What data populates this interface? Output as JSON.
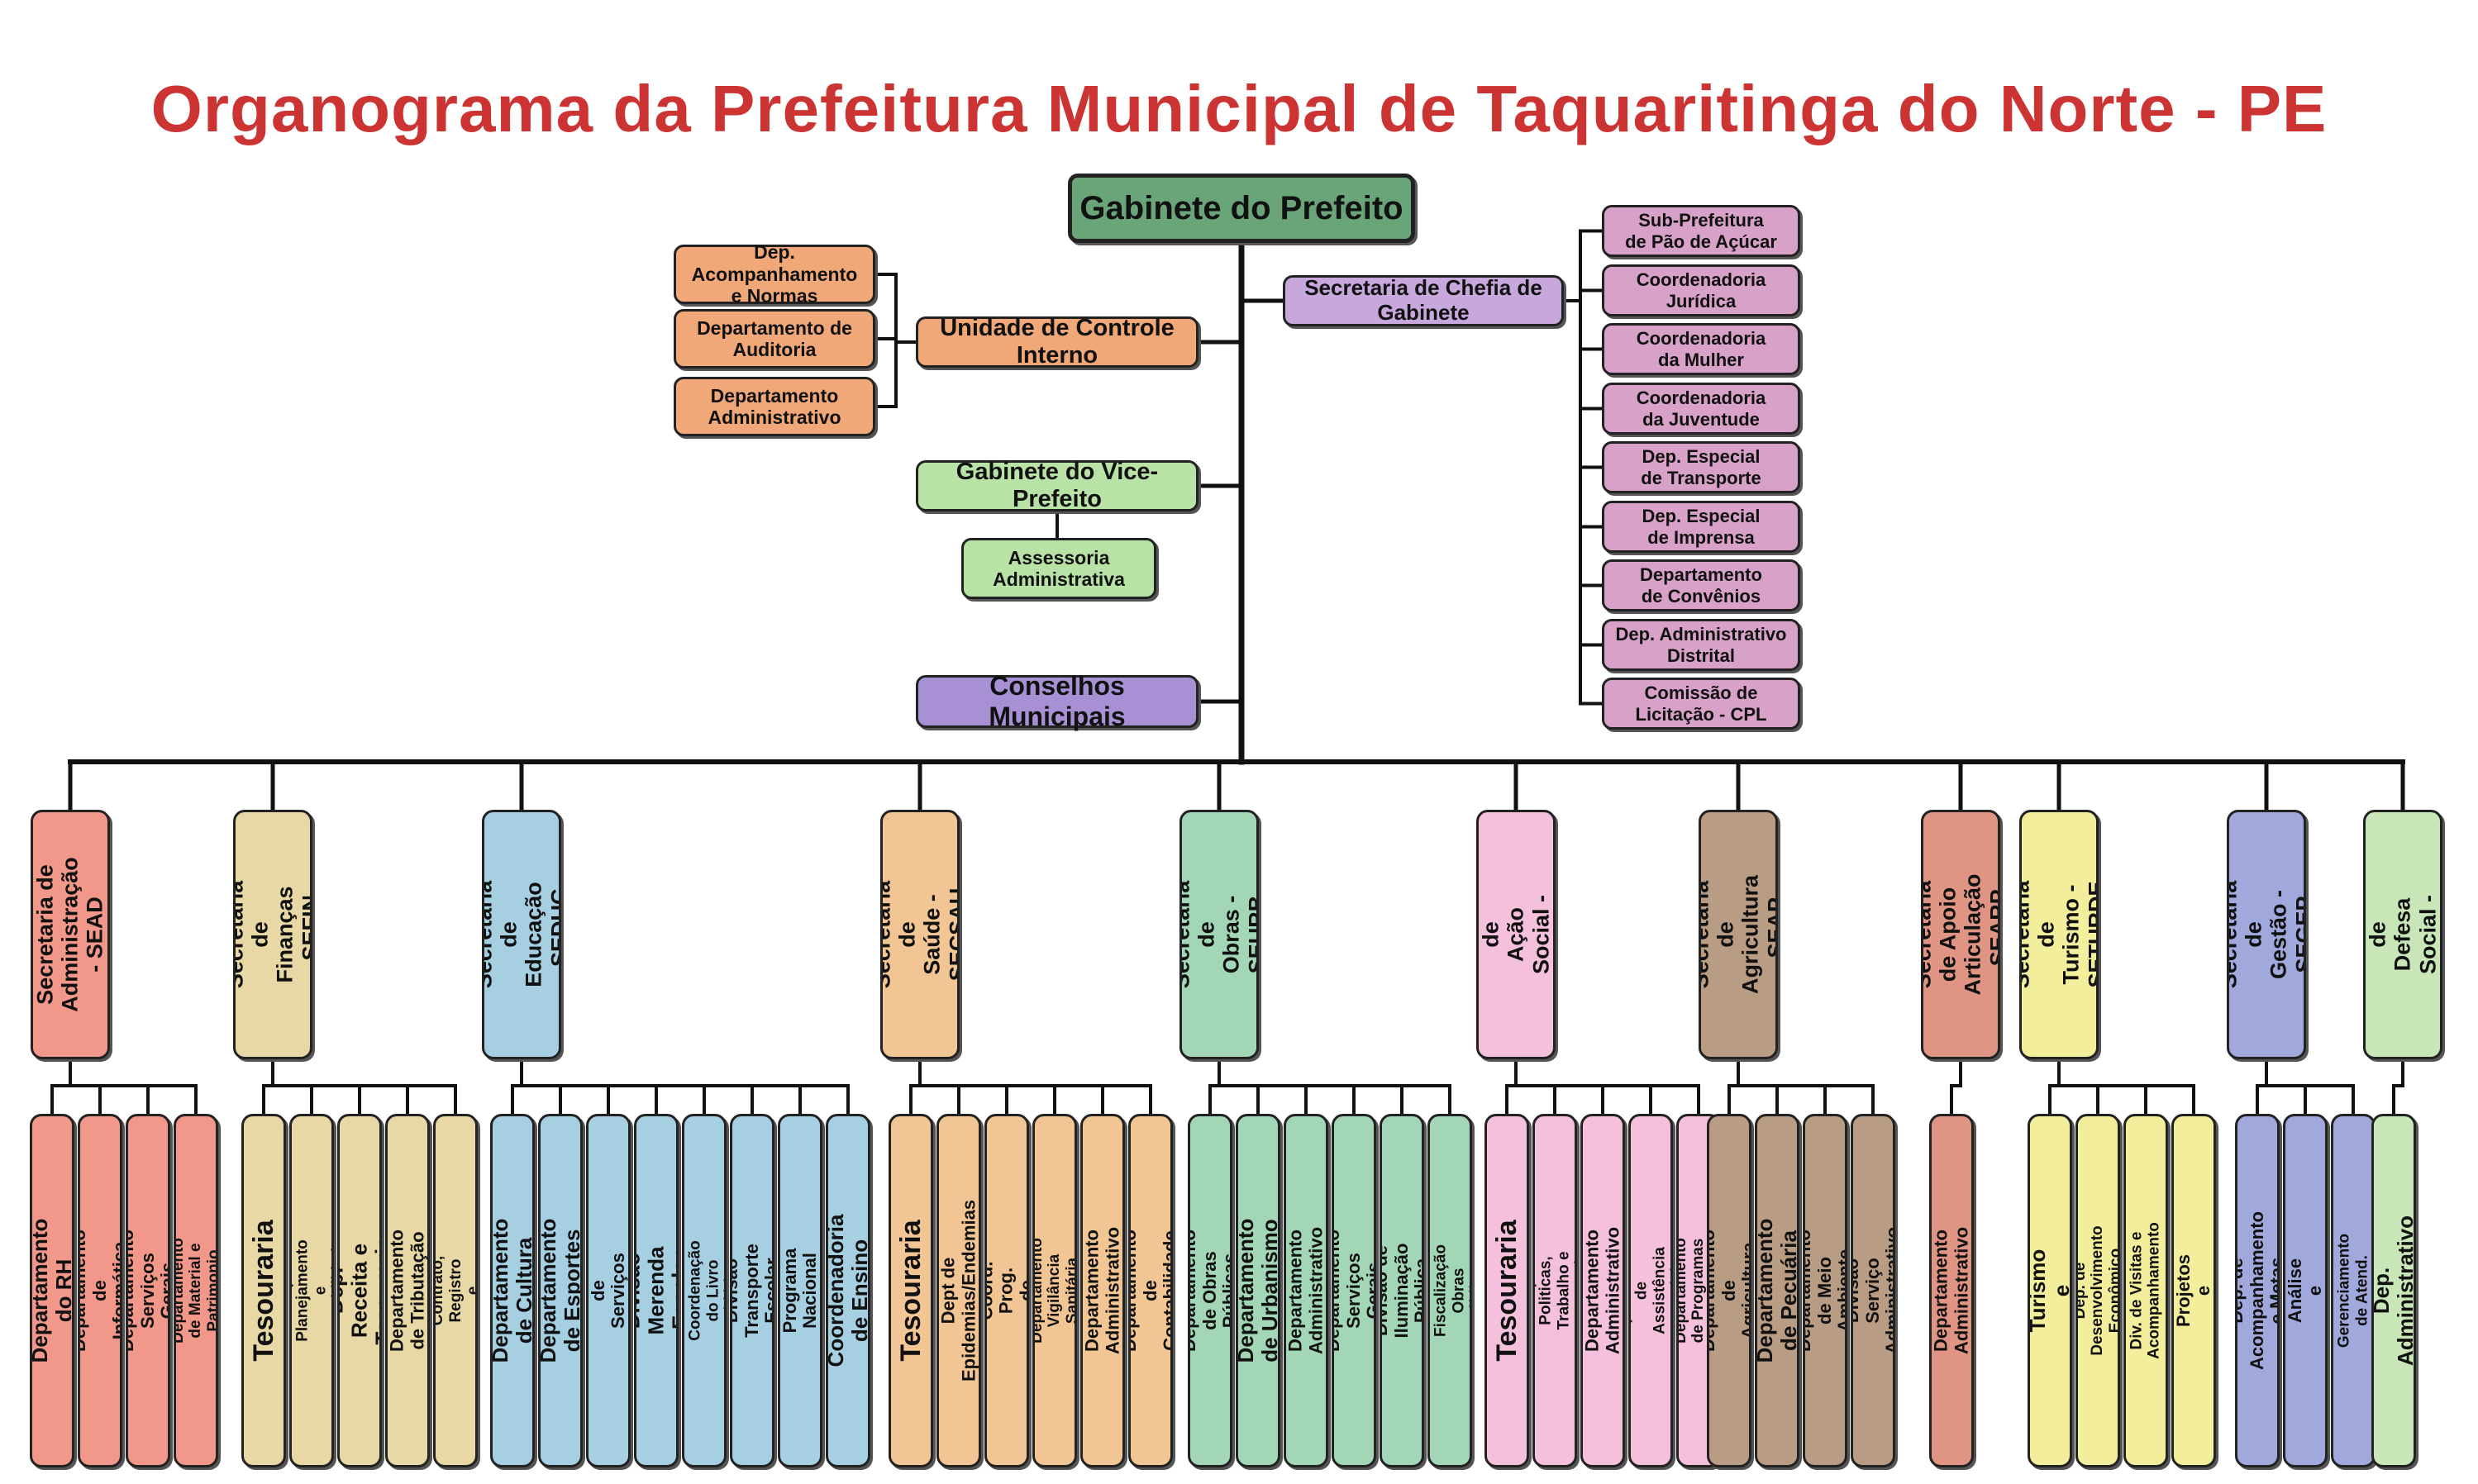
{
  "title": "Organograma da Prefeitura Municipal de Taquaritinga do Norte - PE",
  "colors": {
    "title": "#cc3333",
    "orange": "#f0a878",
    "green": "#b8e2a6",
    "purple": "#c8a8dc",
    "magenta": "#d8a2c8",
    "red": "#f2988a",
    "tan": "#e8d8a6",
    "blue": "#a6cfe2",
    "peach": "#f2c694",
    "teal": "#a2d6b6",
    "pink": "#f4c0dc",
    "brown": "#b89c84",
    "redbrown": "#e09484",
    "yellow": "#f2ee9c",
    "indigo": "#a0a8dc",
    "lightgreen": "#c8e6b8"
  },
  "top": {
    "gabinete": "Gabinete do Prefeito",
    "controle": "Unidade de Controle Interno",
    "controle_deps": [
      "Dep. Acompanhamento\ne Normas",
      "Departamento de\nAuditoria",
      "Departamento\nAdministrativo"
    ],
    "vice": "Gabinete do Vice-Prefeito",
    "vice_deps": [
      "Assessoria\nAdministrativa"
    ],
    "conselhos": "Conselhos Municipais",
    "chefia": "Secretaria de Chefia de Gabinete",
    "chefia_deps": [
      "Sub-Prefeitura\nde Pão de Açúcar",
      "Coordenadoria\nJurídica",
      "Coordenadoria\nda Mulher",
      "Coordenadoria\nda Juventude",
      "Dep. Especial\nde Transporte",
      "Dep. Especial\nde Imprensa",
      "Departamento\nde Convênios",
      "Dep. Administrativo\nDistrital",
      "Comissão de\nLicitação - CPL"
    ]
  },
  "secretarias": [
    {
      "name": "Secretaria de\nAdministração - SEAD",
      "deps": [
        "Departamento do RH",
        "Departamento de Informática",
        "Departamento Serviços Gerais",
        "Departamento de Material e Patrimonio"
      ]
    },
    {
      "name": "Secretaria de\nFinanças - SEFIN",
      "deps": [
        "Tesouraria",
        "Dep. Planejamento e Contabilidade",
        "Dep. Receita e Tesouraria",
        "Departamento de Tributação",
        "Dep. Contrato, Registro e Arquivo"
      ]
    },
    {
      "name": "Secretaria de\nEducação - SEDUC",
      "deps": [
        "Departamento de Cultura",
        "Departamento de Esportes",
        "Divisão de Serviços Gerais",
        "Divisão Merenda Escolar",
        "Div. Coordenação do Livro Didático",
        "Divisão Transporte Escolar",
        "Divisão Programa Nacional PNLD",
        "Coordenadoria de Ensino"
      ]
    },
    {
      "name": "Secretaria de\nSaúde - SECSAU",
      "deps": [
        "Tesouraria",
        "Dept de Epidemias/Endemias",
        "Dep. Coord. Prog. de Saude",
        "Departamento Vigilância Sanitária",
        "Departamento Administrativo",
        "Departamento de Contabilidade"
      ]
    },
    {
      "name": "Secretaria de\nObras - SEURB",
      "deps": [
        "Departamento de Obras Públicas",
        "Departamento de Urbanismo",
        "Departamento Administrativo",
        "Departamento Serviços Gerais",
        "Divisão de Iluminação Pública",
        "Div. de Fiscalização Obras Públicas"
      ]
    },
    {
      "name": "Secretaria de\nAção Social - SEAS",
      "deps": [
        "Tesouraria",
        "Dep. Politicas, Trabalho e Juventude",
        "Departamento Administrativo",
        "Departamento de Assistência Social",
        "Departamento de Programas Sociais"
      ]
    },
    {
      "name": "Secretaria de\nAgricultura - SEAP",
      "deps": [
        "Departamento de Agricultura",
        "Departamento de Pecuária",
        "Departamento de Meio Ambiente",
        "Divisão Serviço Administrativo"
      ]
    },
    {
      "name": "Secretaria de Apoio\nArticulação - SEARP",
      "deps": [
        "Departamento Administrativo"
      ]
    },
    {
      "name": "Secretaria de\nTurismo - SETURDE",
      "deps": [
        "Dep. Turismo e Eventos",
        "Dep. de Desenvolvimento Econômico",
        "Div. de Visitas e Acompanhamento",
        "Div. de Projetos e Execução"
      ]
    },
    {
      "name": "Secretaria de\nGestão - SEGEP",
      "deps": [
        "Dep. de Acompanhamento e Metas",
        "Dep. de Análise e Projetos",
        "Div. Gerenciamento de Atend. Público"
      ]
    },
    {
      "name": "Secretaria de\nDefesa Social - SEDS",
      "deps": [
        "Dep. Administrativo"
      ]
    }
  ]
}
